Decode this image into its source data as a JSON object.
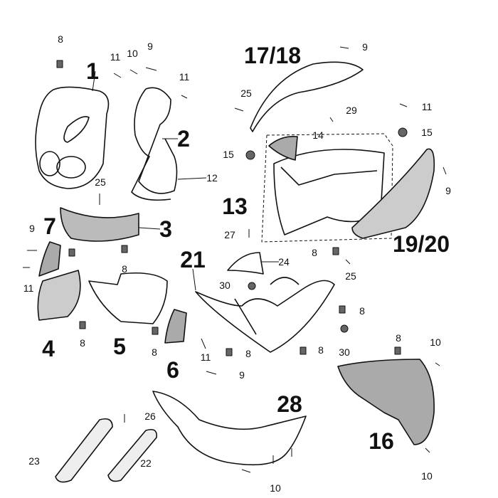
{
  "diagram": {
    "type": "exploded-parts-diagram",
    "callouts": [
      {
        "id": "c1",
        "text": "1",
        "kind": "part"
      },
      {
        "id": "c2",
        "text": "2",
        "kind": "part"
      },
      {
        "id": "c3",
        "text": "3",
        "kind": "part"
      },
      {
        "id": "c4",
        "text": "4",
        "kind": "part"
      },
      {
        "id": "c5",
        "text": "5",
        "kind": "part"
      },
      {
        "id": "c6",
        "text": "6",
        "kind": "part"
      },
      {
        "id": "c7",
        "text": "7",
        "kind": "part"
      },
      {
        "id": "c13",
        "text": "13",
        "kind": "part"
      },
      {
        "id": "c16",
        "text": "16",
        "kind": "part"
      },
      {
        "id": "c1718",
        "text": "17/18",
        "kind": "part"
      },
      {
        "id": "c1920",
        "text": "19/20",
        "kind": "part"
      },
      {
        "id": "c21",
        "text": "21",
        "kind": "part"
      },
      {
        "id": "c28",
        "text": "28",
        "kind": "part"
      },
      {
        "id": "s8a",
        "text": "8",
        "kind": "fastener"
      },
      {
        "id": "s11a",
        "text": "11",
        "kind": "fastener"
      },
      {
        "id": "s10a",
        "text": "10",
        "kind": "fastener"
      },
      {
        "id": "s9a",
        "text": "9",
        "kind": "fastener"
      },
      {
        "id": "s11b",
        "text": "11",
        "kind": "fastener"
      },
      {
        "id": "s12",
        "text": "12",
        "kind": "fastener"
      },
      {
        "id": "s25a",
        "text": "25",
        "kind": "fastener"
      },
      {
        "id": "s9b",
        "text": "9",
        "kind": "fastener"
      },
      {
        "id": "s8b",
        "text": "8",
        "kind": "fastener"
      },
      {
        "id": "s11c",
        "text": "11",
        "kind": "fastener"
      },
      {
        "id": "s8c",
        "text": "8",
        "kind": "fastener"
      },
      {
        "id": "s8d",
        "text": "8",
        "kind": "fastener"
      },
      {
        "id": "s11d",
        "text": "11",
        "kind": "fastener"
      },
      {
        "id": "s9c",
        "text": "9",
        "kind": "fastener"
      },
      {
        "id": "s24",
        "text": "24",
        "kind": "part"
      },
      {
        "id": "s30a",
        "text": "30",
        "kind": "fastener"
      },
      {
        "id": "s8e",
        "text": "8",
        "kind": "fastener"
      },
      {
        "id": "s8f",
        "text": "8",
        "kind": "fastener"
      },
      {
        "id": "s8g",
        "text": "8",
        "kind": "fastener"
      },
      {
        "id": "s30b",
        "text": "30",
        "kind": "fastener"
      },
      {
        "id": "s26",
        "text": "26",
        "kind": "fastener"
      },
      {
        "id": "s23",
        "text": "23",
        "kind": "part"
      },
      {
        "id": "s22",
        "text": "22",
        "kind": "part"
      },
      {
        "id": "s10b",
        "text": "10",
        "kind": "fastener"
      },
      {
        "id": "s10c",
        "text": "10",
        "kind": "fastener"
      },
      {
        "id": "s8h",
        "text": "8",
        "kind": "fastener"
      },
      {
        "id": "s10d",
        "text": "10",
        "kind": "fastener"
      },
      {
        "id": "s9d",
        "text": "9",
        "kind": "fastener"
      },
      {
        "id": "s25b",
        "text": "25",
        "kind": "fastener"
      },
      {
        "id": "s29",
        "text": "29",
        "kind": "fastener"
      },
      {
        "id": "s11e",
        "text": "11",
        "kind": "fastener"
      },
      {
        "id": "s15a",
        "text": "15",
        "kind": "fastener"
      },
      {
        "id": "s14",
        "text": "14",
        "kind": "part"
      },
      {
        "id": "s15b",
        "text": "15",
        "kind": "fastener"
      },
      {
        "id": "s9e",
        "text": "9",
        "kind": "fastener"
      },
      {
        "id": "s27",
        "text": "27",
        "kind": "fastener"
      },
      {
        "id": "s8i",
        "text": "8",
        "kind": "fastener"
      },
      {
        "id": "s25c",
        "text": "25",
        "kind": "fastener"
      }
    ]
  }
}
